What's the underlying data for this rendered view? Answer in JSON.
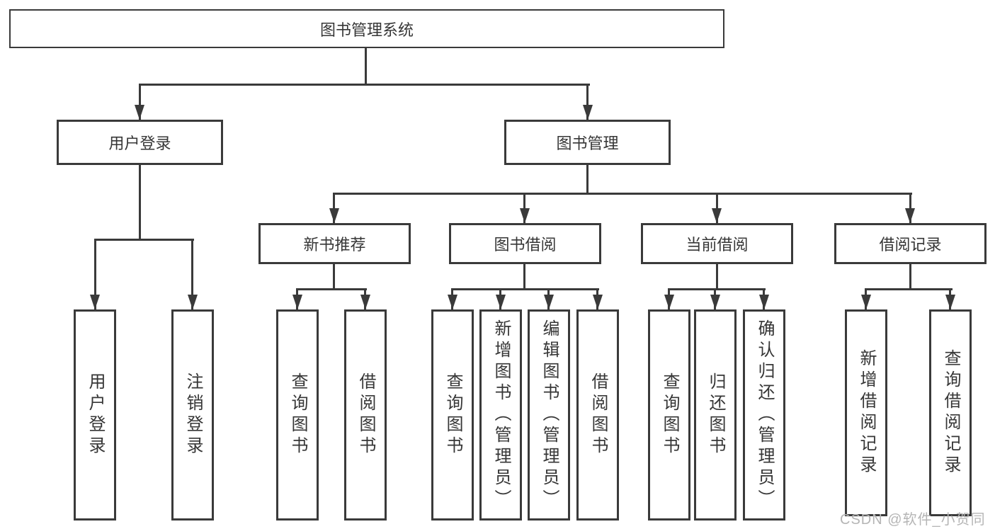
{
  "tree": {
    "root": {
      "label": "图书管理系统"
    },
    "branches": [
      {
        "label": "用户登录",
        "leaves": [
          "用户登录",
          "注销登录"
        ]
      },
      {
        "label": "图书管理",
        "sections": [
          {
            "label": "新书推荐",
            "leaves": [
              "查询图书",
              "借阅图书"
            ]
          },
          {
            "label": "图书借阅",
            "leaves": [
              "查询图书",
              "新增图书（管理员）",
              "编辑图书（管理员）",
              "借阅图书"
            ]
          },
          {
            "label": "当前借阅",
            "leaves": [
              "查询图书",
              "归还图书",
              "确认归还（管理员）"
            ]
          },
          {
            "label": "借阅记录",
            "leaves": [
              "新增借阅记录",
              "查询借阅记录"
            ]
          }
        ]
      }
    ]
  },
  "watermark": "CSDN @软件_小贺同学",
  "colors": {
    "line": "#3a3a3a",
    "text": "#363636",
    "watermark": "#b5b5b5",
    "background": "#ffffff"
  }
}
